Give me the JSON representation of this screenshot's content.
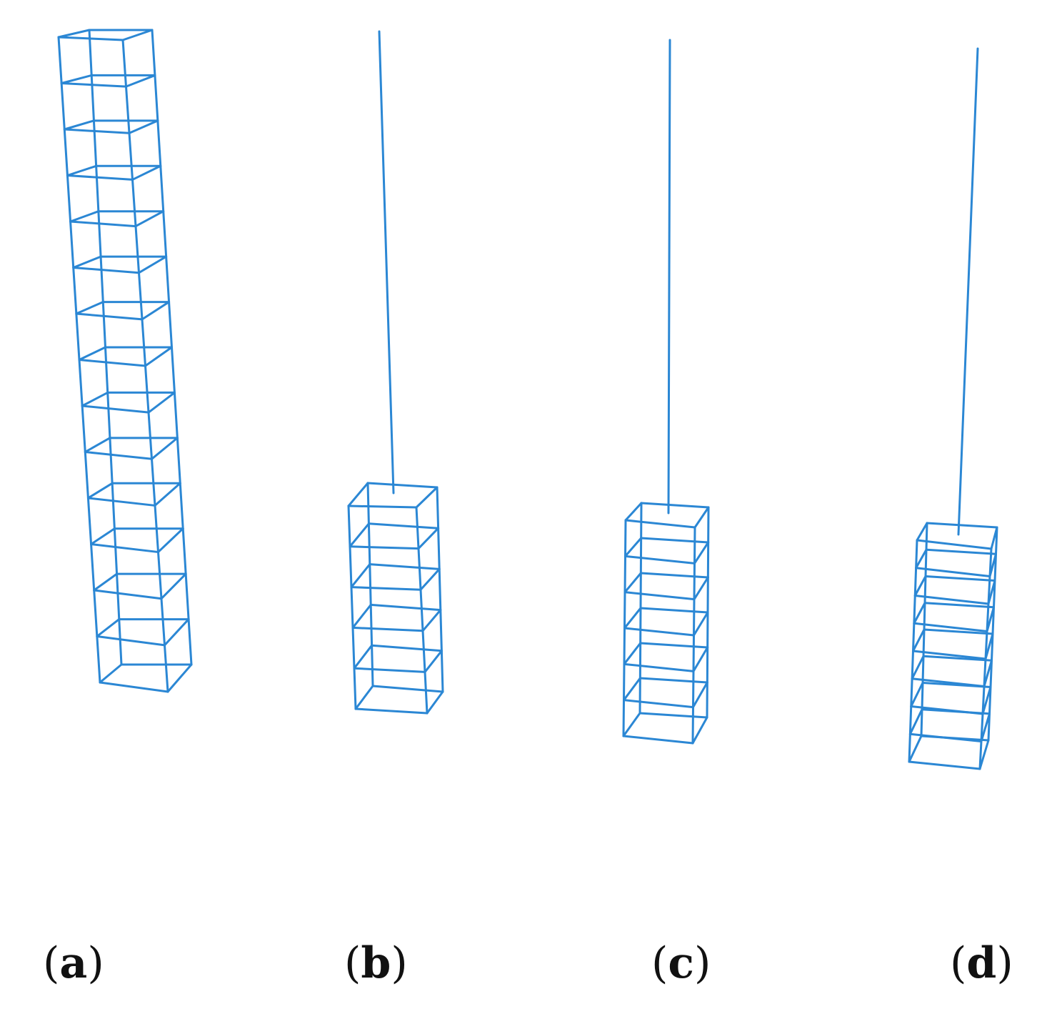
{
  "figure": {
    "stroke_color": "#2b87d4",
    "background_color": "#ffffff"
  },
  "panels": [
    {
      "id": "a",
      "label_open": "(",
      "label_letter": "a",
      "label_close": ")",
      "wire_length": 0,
      "stacked_cells": 14
    },
    {
      "id": "b",
      "label_open": "(",
      "label_letter": "b",
      "label_close": ")",
      "wire_length": 1,
      "stacked_cells": 5
    },
    {
      "id": "c",
      "label_open": "(",
      "label_letter": "c",
      "label_close": ")",
      "wire_length": 1,
      "stacked_cells": 6
    },
    {
      "id": "d",
      "label_open": "(",
      "label_letter": "d",
      "label_close": ")",
      "wire_length": 1,
      "stacked_cells": 8
    }
  ]
}
